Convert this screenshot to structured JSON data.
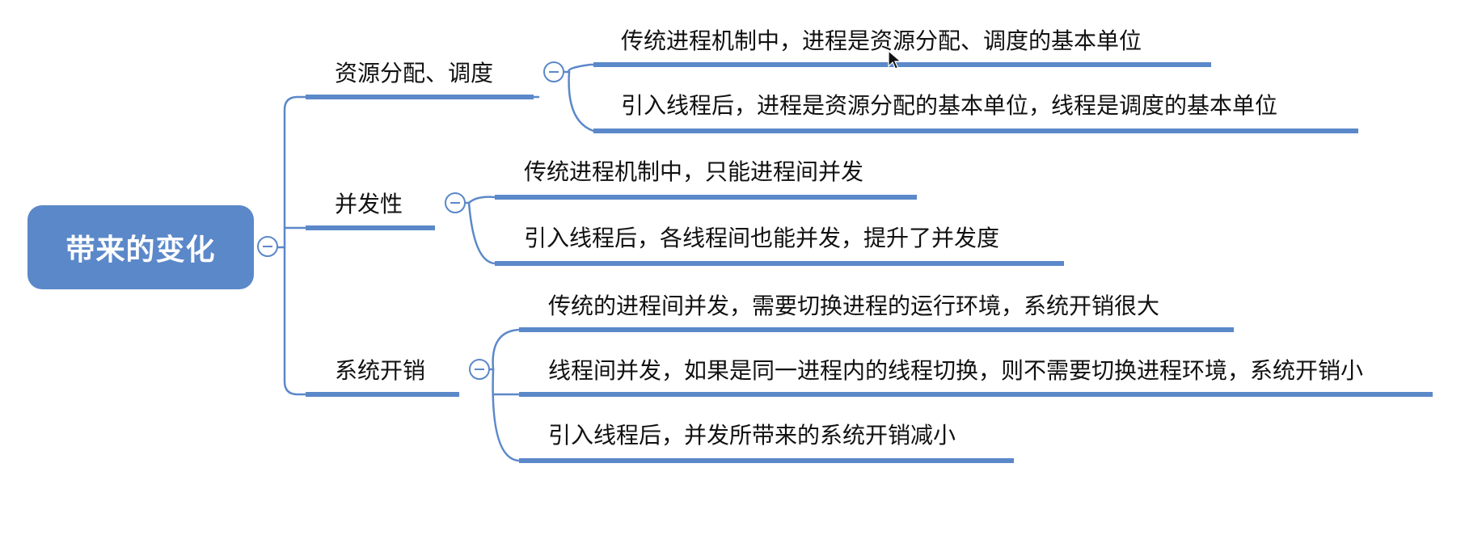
{
  "root": {
    "label": "带来的变化"
  },
  "branches": [
    {
      "label": "资源分配、调度",
      "children": [
        "传统进程机制中，进程是资源分配、调度的基本单位",
        "引入线程后，进程是资源分配的基本单位，线程是调度的基本单位"
      ]
    },
    {
      "label": "并发性",
      "children": [
        "传统进程机制中，只能进程间并发",
        "引入线程后，各线程间也能并发，提升了并发度"
      ]
    },
    {
      "label": "系统开销",
      "children": [
        "传统的进程间并发，需要切换进程的运行环境，系统开销很大",
        "线程间并发，如果是同一进程内的线程切换，则不需要切换进程环境，系统开销小",
        "引入线程后，并发所带来的系统开销减小"
      ]
    }
  ],
  "colors": {
    "accent": "#5b88c9",
    "text": "#111111",
    "background": "#ffffff"
  },
  "icons": {
    "collapse": "minus-circle-icon",
    "cursor": "mouse-pointer-icon"
  }
}
